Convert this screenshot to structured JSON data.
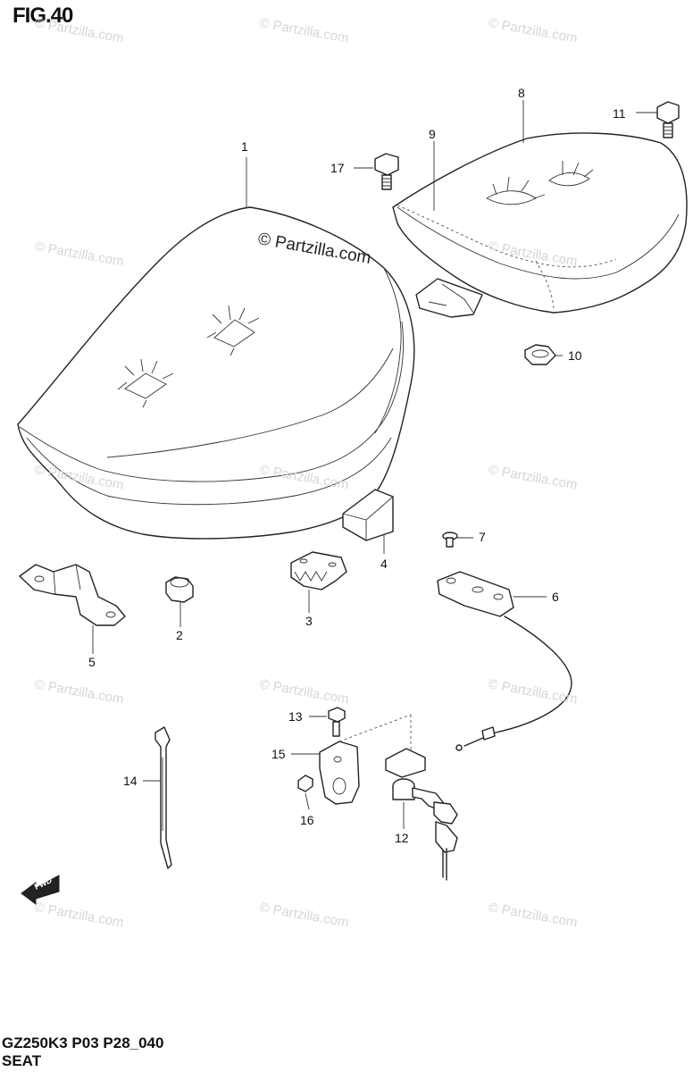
{
  "diagram": {
    "figure_label": "FIG.40",
    "footer_code": "GZ250K3 P03 P28_040",
    "footer_name": "SEAT",
    "center_watermark": "© Partzilla.com",
    "watermark_text": "© Partzilla.com",
    "fwd_label": "FWD",
    "callouts": [
      "1",
      "2",
      "3",
      "4",
      "5",
      "6",
      "7",
      "8",
      "9",
      "10",
      "11",
      "12",
      "13",
      "14",
      "15",
      "16",
      "17"
    ]
  }
}
